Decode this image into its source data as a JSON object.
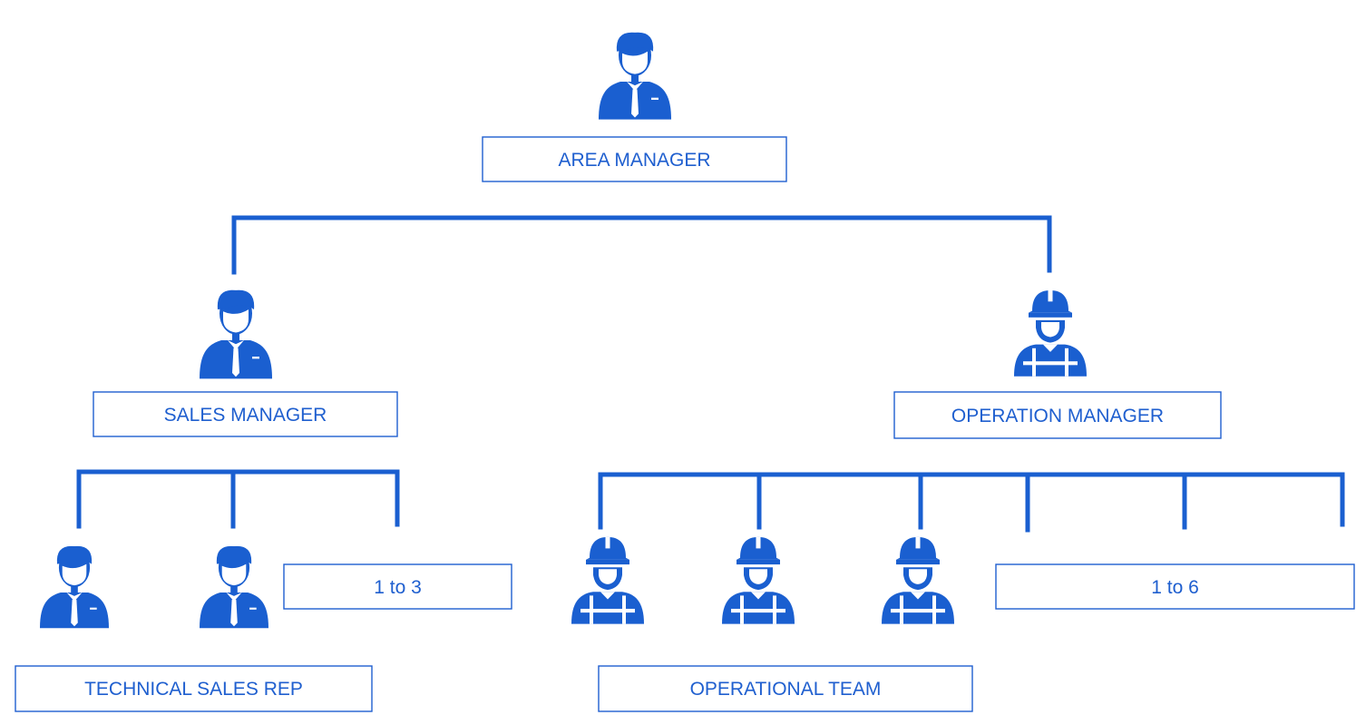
{
  "colors": {
    "accent": "#1a5fd0",
    "text": "#1f5fcf",
    "background": "#ffffff"
  },
  "icons": {
    "manager": "businessman-icon",
    "worker": "worker-hardhat-icon"
  },
  "nodes": {
    "area_manager": "AREA MANAGER",
    "sales_manager": "SALES MANAGER",
    "operation_manager": "OPERATION MANAGER",
    "technical_sales_rep": "TECHNICAL SALES REP",
    "operational_team": "OPERATIONAL TEAM",
    "sales_count": "1 to 3",
    "ops_count": "1 to 6"
  }
}
